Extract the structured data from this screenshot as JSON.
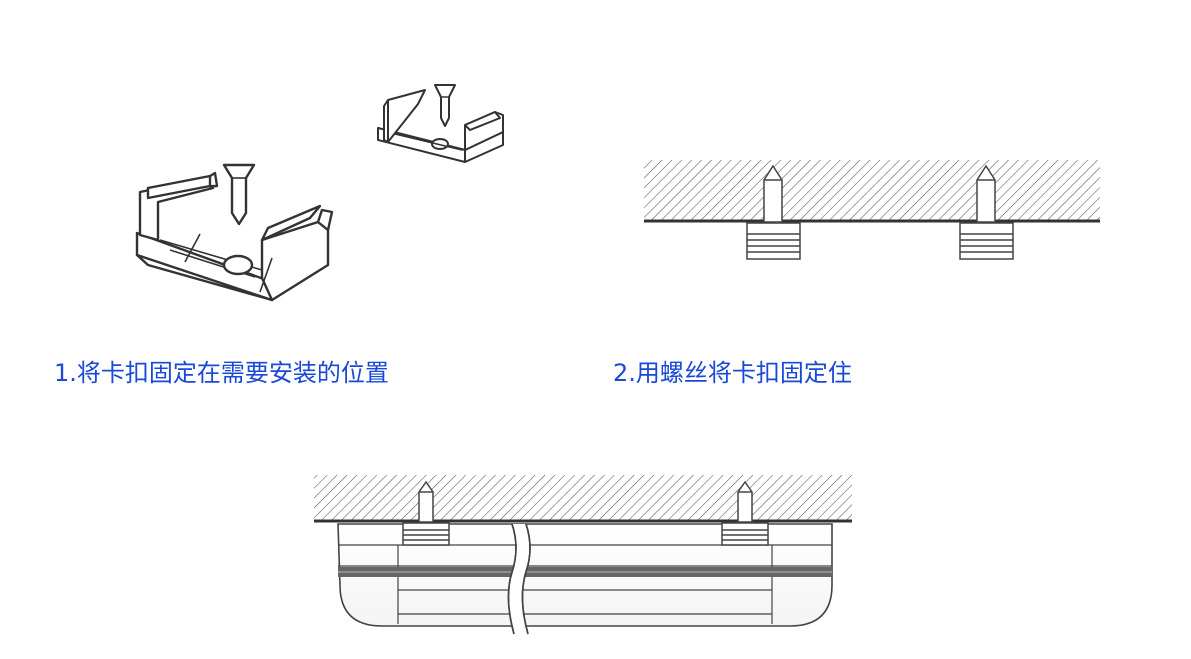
{
  "steps": [
    {
      "number": "1",
      "caption": "1.将卡扣固定在需要安装的位置"
    },
    {
      "number": "2",
      "caption": "2.用螺丝将卡扣固定住"
    }
  ],
  "colors": {
    "caption": "#1a49d6",
    "line": "#3a3a3a",
    "background": "#ffffff"
  }
}
